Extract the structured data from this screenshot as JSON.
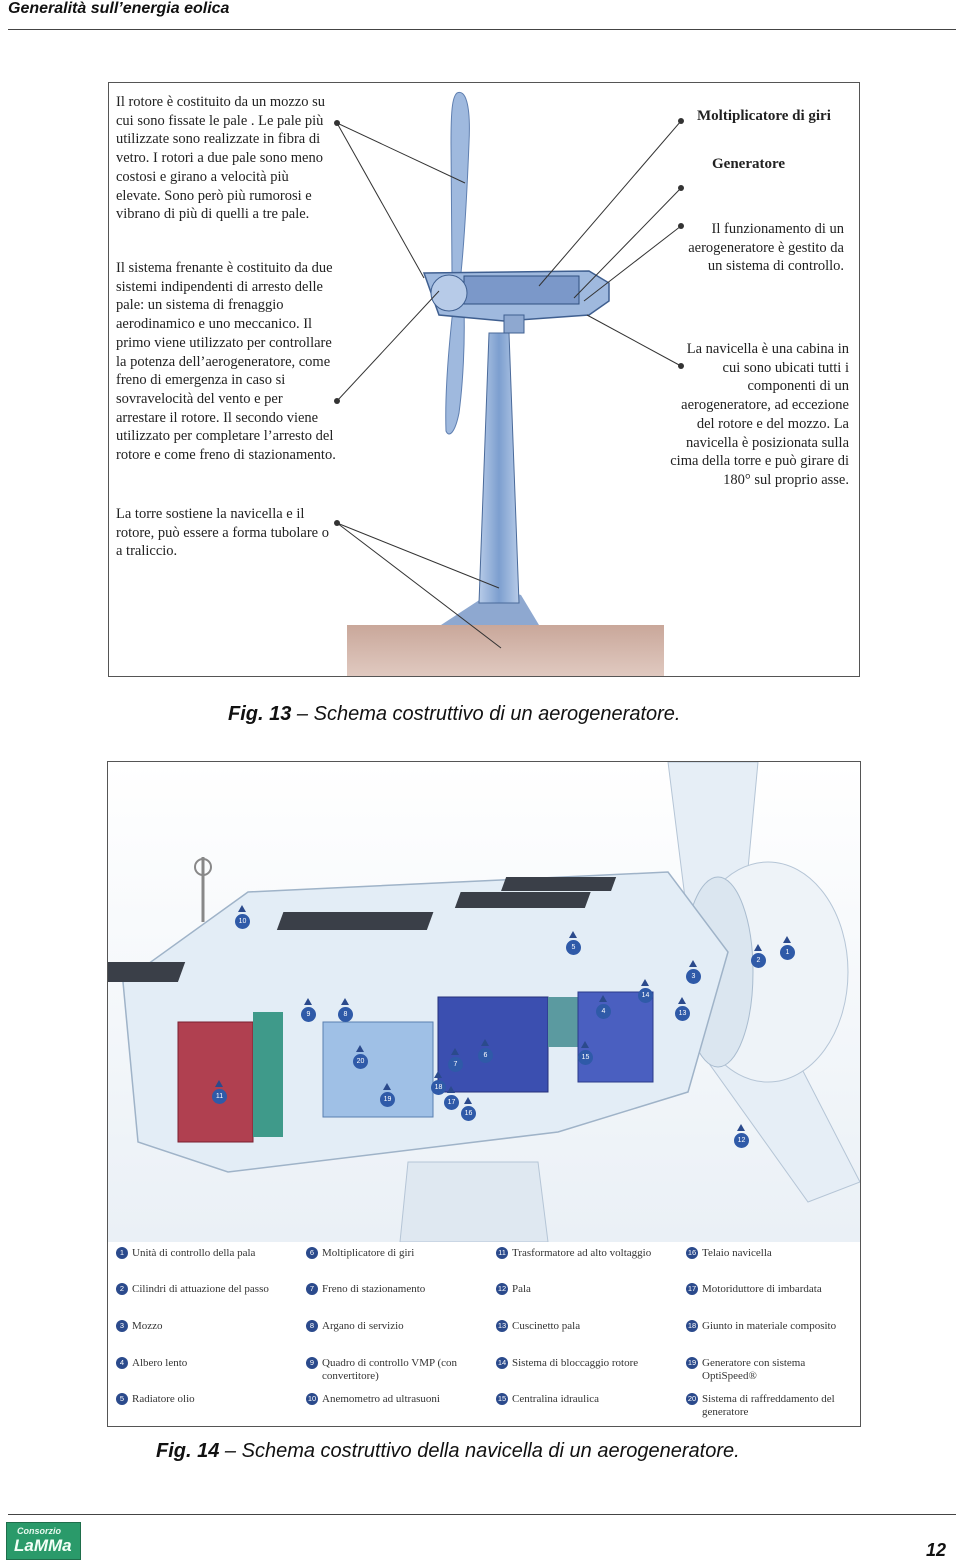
{
  "header": {
    "title": "Generalità sull’energia eolica"
  },
  "fig13": {
    "rotor_text": "Il rotore è costituito da un mozzo su cui sono fissate le pale . Le pale più utilizzate sono realizzate in fibra di vetro. I rotori a due pale sono meno costosi e girano a velocità più elevate. Sono però più rumorosi e vibrano di più di quelli a tre pale.",
    "brake_text": "Il sistema frenante è costituito da due sistemi indipendenti di arresto delle pale: un sistema di frenaggio aerodinamico e uno meccanico. Il primo viene utilizzato per controllare la potenza dell’aerogeneratore, come freno di emergenza in caso si sovravelocità del vento e per arrestare il rotore. Il secondo viene utilizzato per completare l’arresto del rotore e come freno di stazionamento.",
    "tower_text": "La torre sostiene la navicella e il rotore, può essere a forma tubolare o a traliccio.",
    "multiplier_label": "Moltiplicatore di giri",
    "generator_label": "Generatore",
    "control_text": "Il funzionamento di un aerogeneratore è gestito da un sistema di controllo.",
    "nacelle_text": "La navicella è una cabina in cui sono ubicati tutti i componenti di un aerogeneratore, ad eccezione del rotore e del mozzo. La navicella è posizionata sulla cima della torre e può girare di 180° sul proprio asse."
  },
  "caption13": {
    "label": "Fig.",
    "num": "13",
    "text": "– Schema costruttivo di un aerogeneratore."
  },
  "fig14": {
    "markers": [
      "1",
      "2",
      "3",
      "4",
      "5",
      "6",
      "7",
      "8",
      "9",
      "10",
      "11",
      "12",
      "13",
      "14",
      "15",
      "16",
      "17",
      "18",
      "19",
      "20"
    ],
    "legend": [
      {
        "n": "1",
        "t": "Unità di controllo della pala"
      },
      {
        "n": "2",
        "t": "Cilindri di attuazione del passo"
      },
      {
        "n": "3",
        "t": "Mozzo"
      },
      {
        "n": "4",
        "t": "Albero lento"
      },
      {
        "n": "5",
        "t": "Radiatore olio"
      },
      {
        "n": "6",
        "t": "Moltiplicatore di giri"
      },
      {
        "n": "7",
        "t": "Freno di stazionamento"
      },
      {
        "n": "8",
        "t": "Argano di servizio"
      },
      {
        "n": "9",
        "t": "Quadro di controllo VMP (con convertitore)"
      },
      {
        "n": "10",
        "t": "Anemometro ad ultrasuoni"
      },
      {
        "n": "11",
        "t": "Trasformatore ad alto voltaggio"
      },
      {
        "n": "12",
        "t": "Pala"
      },
      {
        "n": "13",
        "t": "Cuscinetto pala"
      },
      {
        "n": "14",
        "t": "Sistema di bloccaggio rotore"
      },
      {
        "n": "15",
        "t": "Centralina idraulica"
      },
      {
        "n": "16",
        "t": "Telaio navicella"
      },
      {
        "n": "17",
        "t": "Motoriduttore di imbardata"
      },
      {
        "n": "18",
        "t": "Giunto in materiale composito"
      },
      {
        "n": "19",
        "t": "Generatore con sistema OptiSpeed®"
      },
      {
        "n": "20",
        "t": "Sistema di raffreddamento del generatore"
      }
    ]
  },
  "caption14": {
    "label": "Fig.",
    "num": "14",
    "text": "– Schema costruttivo della navicella di un aerogeneratore."
  },
  "footer": {
    "logo_top": "Consorzio",
    "logo_main": "LaMMa",
    "page": "12"
  },
  "colors": {
    "marker": "#2f5aa8",
    "legend_badge": "#2b4a8c",
    "logo": "#2a9a6a",
    "turbine": "#9fb9de"
  }
}
